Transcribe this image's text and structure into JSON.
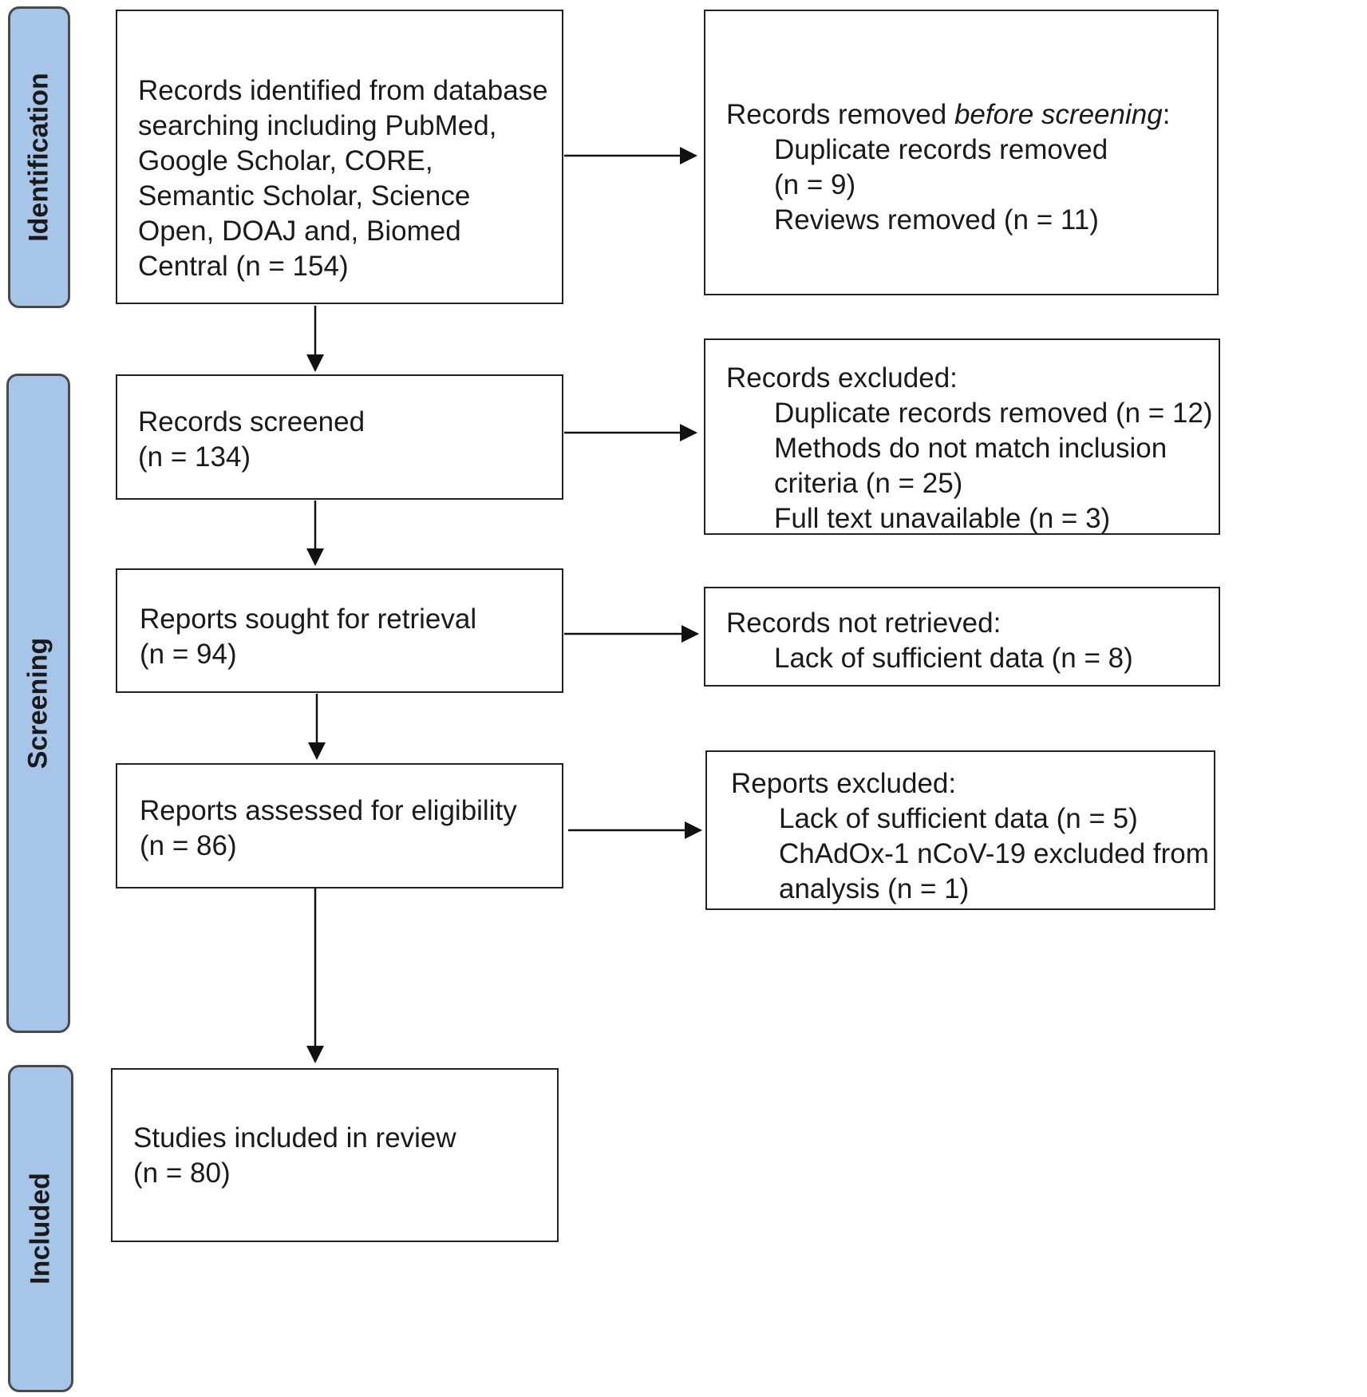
{
  "stages": {
    "identification": "Identification",
    "screening": "Screening",
    "included": "Included"
  },
  "boxes": {
    "identified": {
      "lines": [
        "Records identified from database",
        "searching including PubMed,",
        "Google Scholar, CORE,",
        "Semantic Scholar, Science",
        "Open, DOAJ and, Biomed",
        "Central (n = 154)"
      ]
    },
    "removed_before": {
      "heading_prefix": "Records removed ",
      "heading_emph": "before screening",
      "heading_suffix": ":",
      "items": [
        "Duplicate records removed",
        "(n = 9)",
        "Reviews removed (n = 11)"
      ]
    },
    "screened": {
      "lines": [
        "Records screened",
        "(n = 134)"
      ]
    },
    "excluded": {
      "heading": "Records excluded:",
      "items": [
        "Duplicate records removed (n = 12)",
        "Methods do not match inclusion",
        "criteria (n = 25)",
        "Full text unavailable (n = 3)"
      ]
    },
    "sought": {
      "lines": [
        "Reports sought for retrieval",
        "(n = 94)"
      ]
    },
    "not_retrieved": {
      "heading": "Records not retrieved:",
      "items": [
        "Lack of sufficient data (n = 8)"
      ]
    },
    "assessed": {
      "lines": [
        "Reports assessed for eligibility",
        "(n = 86)"
      ]
    },
    "reports_excluded": {
      "heading": "Reports excluded:",
      "items": [
        "Lack of sufficient data (n = 5)",
        "ChAdOx-1 nCoV-19 excluded from",
        "analysis (n = 1)"
      ]
    },
    "included": {
      "lines": [
        "Studies included in review",
        "(n = 80)"
      ]
    }
  }
}
